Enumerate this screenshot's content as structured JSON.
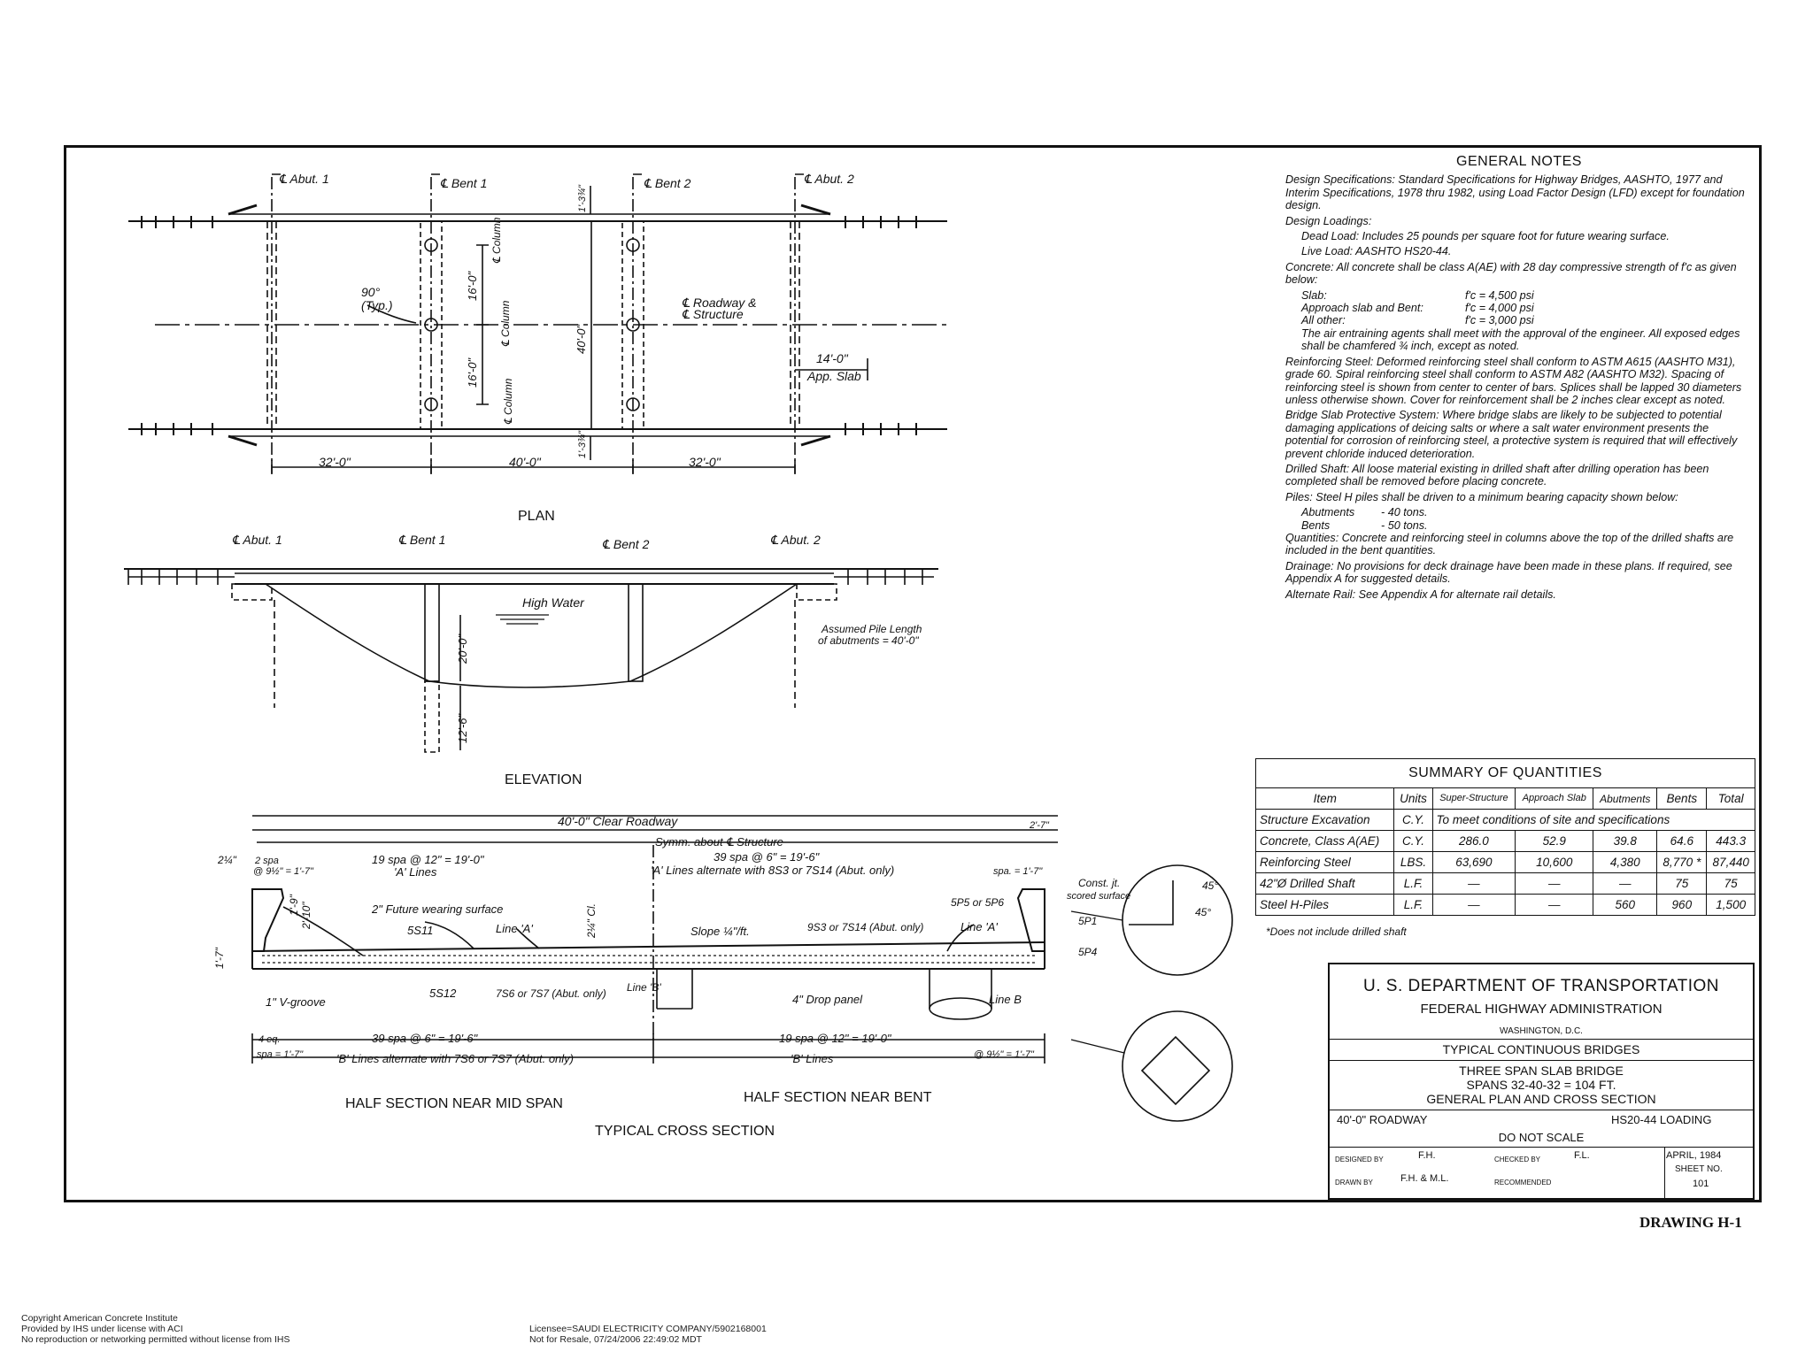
{
  "plan": {
    "title": "PLAN",
    "abut1": "℄ Abut. 1",
    "bent1": "℄ Bent 1",
    "bent2": "℄ Bent 2",
    "abut2": "℄ Abut. 2",
    "angle": "90°",
    "angle_note": "(Typ.)",
    "col1": "℄ Column",
    "col2": "℄ Column",
    "col3": "℄ Column",
    "dim16a": "16'-0\"",
    "dim16b": "16'-0\"",
    "dim40v": "40'-0\"",
    "dim134a": "1'-3¾\"",
    "dim134b": "1'-3¾\"",
    "roadway1": "℄ Roadway &",
    "roadway2": "℄ Structure",
    "app_slab_dim": "14'-0\"",
    "app_slab": "App. Slab",
    "span1": "32'-0\"",
    "span2": "40'-0\"",
    "span3": "32'-0\""
  },
  "elevation": {
    "title": "ELEVATION",
    "abut1": "℄ Abut. 1",
    "bent1": "℄ Bent 1",
    "bent2": "℄ Bent 2",
    "abut2": "℄ Abut. 2",
    "high_water": "High Water",
    "dim20": "20'-0\"",
    "dim126": "12'-6\"",
    "pile1": "Assumed Pile Length",
    "pile2": "of abutments = 40'-0\""
  },
  "section": {
    "title": "TYPICAL CROSS SECTION",
    "half_mid": "HALF SECTION NEAR MID SPAN",
    "half_bent": "HALF SECTION NEAR BENT",
    "clear_roadway": "40'-0\" Clear Roadway",
    "symm": "Symm. about ℄ Structure",
    "a_lines_left": "19 spa @ 12\" = 19'-0\"",
    "a_lines_label": "'A' Lines",
    "a_lines_right": "39 spa @ 6\" = 19'-6\"",
    "a_alt": "'A' Lines alternate with 8S3 or 7S14 (Abut. only)",
    "spa_right": "spa. = 1'-7\"",
    "two_spa": "2 spa",
    "at_top": "@ 9½\" = 1'-7\"",
    "future": "2\" Future wearing surface",
    "s511": "5S11",
    "line_a": "Line 'A'",
    "line_a2": "Line 'A'",
    "cl": "2¼\" Cl.",
    "slope": "Slope ¼\"/ft.",
    "s953": "9S3 or 7S14 (Abut. only)",
    "p5": "5P5 or 5P6",
    "p1": "5P1",
    "p4": "5P4",
    "const": "Const. jt.",
    "scored": "scored surface",
    "vgroove": "1\" V-groove",
    "s512": "5S12",
    "s756": "7S6 or 7S7 (Abut. only)",
    "line_b": "Line 'B'",
    "drop": "4\" Drop panel",
    "line_b2": "Line B",
    "b_lines_left": "39 spa @ 6\" = 19'-6\"",
    "b_alt": "'B' Lines alternate with 7S6 or 7S7 (Abut. only)",
    "b_lines_right": "19 spa @ 12\" = 19'-0\"",
    "b_label": "'B' Lines",
    "four_eq": "4 eq.",
    "spa17": "spa = 1'-7\"",
    "bot_right": "@ 9½\" = 1'-7\"",
    "ang45a": "45°",
    "ang45b": "45°",
    "d24": "2¼\"",
    "d27": "2'-7\"",
    "dim17": "1'-7\"",
    "dim19": "1'-9\"",
    "dim210": "2'-10\""
  },
  "notes": {
    "title": "GENERAL NOTES",
    "design_spec": "Design Specifications: Standard Specifications for Highway Bridges, AASHTO, 1977 and Interim Specifications, 1978 thru 1982, using Load Factor Design (LFD) except for foundation design.",
    "design_loadings": "Design Loadings:",
    "dead_load": "Dead Load: Includes 25 pounds per square foot for future wearing surface.",
    "live_load": "Live Load: AASHTO HS20-44.",
    "concrete": "Concrete: All concrete shall be class A(AE) with 28 day compressive strength of f'c as given below:",
    "slab_l": "Slab:",
    "slab_v": "f'c = 4,500 psi",
    "approach_l": "Approach slab and Bent:",
    "approach_v": "f'c = 4,000 psi",
    "other_l": "All other:",
    "other_v": "f'c = 3,000 psi",
    "air": "The air entraining agents shall meet with the approval of the engineer. All exposed edges shall be chamfered ¾ inch, except as noted.",
    "reinforcing": "Reinforcing Steel: Deformed reinforcing steel shall conform to ASTM A615 (AASHTO M31), grade 60. Spiral reinforcing steel shall conform to ASTM A82 (AASHTO M32). Spacing of reinforcing steel is shown from center to center of bars. Splices shall be lapped 30 diameters unless otherwise shown. Cover for reinforcement shall be 2 inches clear except as noted.",
    "protective": "Bridge Slab Protective System: Where bridge slabs are likely to be subjected to potential damaging applications of deicing salts or where a salt water environment presents the potential for corrosion of reinforcing steel, a protective system is required that will effectively prevent chloride induced deterioration.",
    "drilled": "Drilled Shaft: All loose material existing in drilled shaft after drilling operation has been completed shall be removed before placing concrete.",
    "piles": "Piles: Steel H piles shall be driven to a minimum bearing capacity shown below:",
    "abut_l": "Abutments",
    "abut_v": "- 40 tons.",
    "bents_l": "Bents",
    "bents_v": "- 50 tons.",
    "quantities": "Quantities: Concrete and reinforcing steel in columns above the top of the drilled shafts are included in the bent quantities.",
    "drainage": "Drainage: No provisions for deck drainage have been made in these plans. If required, see Appendix A for suggested details.",
    "rail": "Alternate Rail: See Appendix A for alternate rail details."
  },
  "summary": {
    "title": "SUMMARY OF QUANTITIES",
    "headers": [
      "Item",
      "Units",
      "Super-Structure",
      "Approach Slab",
      "Abutments",
      "Bents",
      "Total"
    ],
    "rows": [
      [
        "Structure Excavation",
        "C.Y.",
        "To meet conditions of site and specifications",
        "",
        "",
        "",
        ""
      ],
      [
        "Concrete, Class A(AE)",
        "C.Y.",
        "286.0",
        "52.9",
        "39.8",
        "64.6",
        "443.3"
      ],
      [
        "Reinforcing Steel",
        "LBS.",
        "63,690",
        "10,600",
        "4,380",
        "8,770 *",
        "87,440"
      ],
      [
        "42\"Ø Drilled Shaft",
        "L.F.",
        "—",
        "—",
        "—",
        "75",
        "75"
      ],
      [
        "Steel H-Piles",
        "L.F.",
        "—",
        "—",
        "560",
        "960",
        "1,500"
      ]
    ],
    "footnote": "*Does not include drilled shaft"
  },
  "titleblock": {
    "dept": "U. S. DEPARTMENT OF TRANSPORTATION",
    "admin": "FEDERAL HIGHWAY ADMINISTRATION",
    "city": "WASHINGTON, D.C.",
    "typical": "TYPICAL CONTINUOUS BRIDGES",
    "line1": "THREE SPAN SLAB BRIDGE",
    "line2": "SPANS 32-40-32 = 104 FT.",
    "line3": "GENERAL PLAN AND CROSS SECTION",
    "roadway": "40'-0\" ROADWAY",
    "loading": "HS20-44 LOADING",
    "scale": "DO NOT SCALE",
    "designed_l": "DESIGNED BY",
    "designed_v": "F.H.",
    "checked_l": "CHECKED BY",
    "checked_v": "F.L.",
    "date": "APRIL, 1984",
    "drawn_l": "DRAWN BY",
    "drawn_v": "F.H. & M.L.",
    "recommended_l": "RECOMMENDED",
    "sheet_l": "SHEET NO.",
    "sheet_v": "101"
  },
  "drawing_label": "DRAWING H-1",
  "footer": {
    "left1": "Copyright American Concrete Institute",
    "left2": "Provided by IHS under license with ACI",
    "left3": "No reproduction or networking permitted without license from IHS",
    "mid1": "Licensee=SAUDI ELECTRICITY COMPANY/5902168001",
    "mid2": "Not for Resale, 07/24/2006 22:49:02 MDT"
  }
}
